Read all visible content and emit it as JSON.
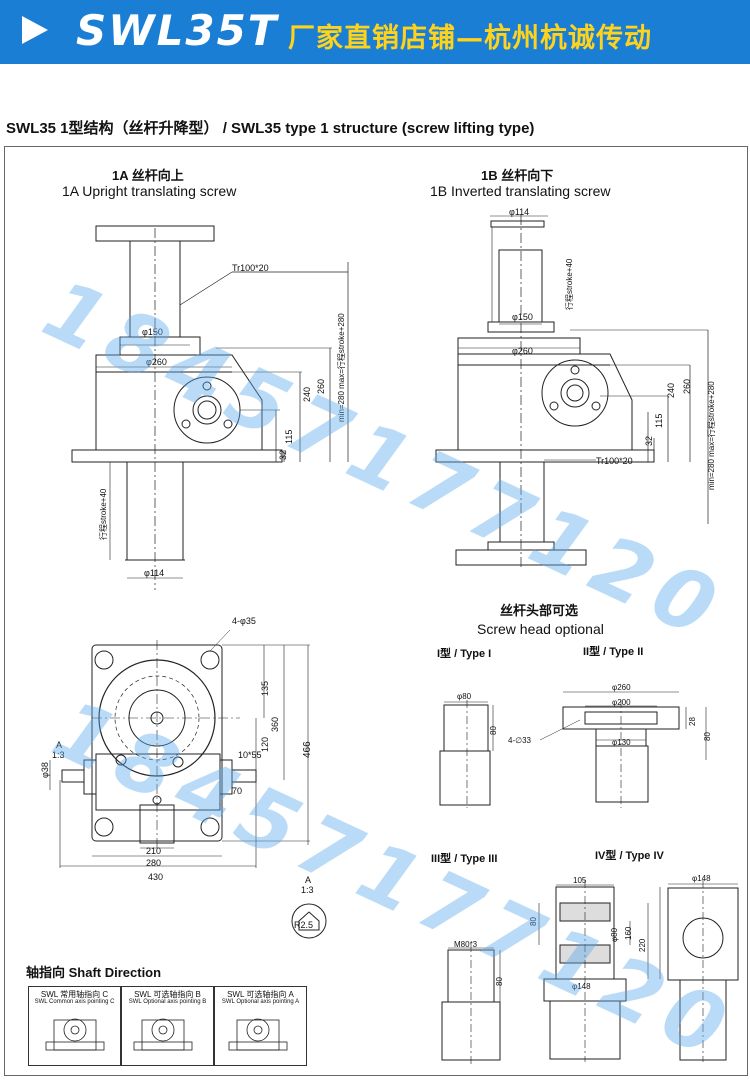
{
  "banner": {
    "model": "SWL35T",
    "slogan": "厂家直销店铺—杭州杭诚传动"
  },
  "heading": "SWL35 1型结构（丝杆升降型） / SWL35 type 1 structure (screw lifting type)",
  "view_1a": {
    "title_cn": "1A 丝杆向上",
    "title_en": "1A Upright translating screw",
    "dims": {
      "thread": "Tr100*20",
      "d150": "φ150",
      "d260": "φ260",
      "d114": "φ114",
      "h32": "32",
      "h115": "115",
      "h240": "240",
      "h260": "260",
      "range": "min=280 max=行程stroke+280",
      "stroke": "行程stroke+40"
    }
  },
  "view_1b": {
    "title_cn": "1B 丝杆向下",
    "title_en": "1B Inverted translating screw",
    "dims": {
      "d114": "φ114",
      "stroke": "行程stroke+40",
      "d150": "φ150",
      "d260": "φ260",
      "h32": "32",
      "h115": "115",
      "h240": "240",
      "h260": "260",
      "range": "min=280 max=行程stroke+280",
      "thread": "Tr100*20"
    }
  },
  "plan_view": {
    "dims": {
      "holes": "4-φ35",
      "h135": "135",
      "h360": "360",
      "h466": "466",
      "h120": "120",
      "key": "10*55",
      "w70": "70",
      "d38": "φ38",
      "w210": "210",
      "w280": "280",
      "w430": "430",
      "a_label": "A",
      "a_scale": "1:3"
    }
  },
  "detail_a": {
    "label": "A",
    "scale": "1:3",
    "radius": "R2.5"
  },
  "screw_head": {
    "title_cn": "丝杆头部可选",
    "title_en": "Screw head optional",
    "type1": {
      "label": "I型 / Type I",
      "d80": "φ80",
      "h80": "80"
    },
    "type2": {
      "label": "II型 / Type II",
      "d260": "φ260",
      "d200": "φ200",
      "holes": "4-∅33",
      "d130": "φ130",
      "h28": "28",
      "h80": "80"
    },
    "type3": {
      "label": "III型 / Type III",
      "thread": "M80*3",
      "h80": "80"
    },
    "type4": {
      "label": "IV型 / Type IV",
      "w105": "105",
      "h80": "80",
      "d80": "φ80",
      "h160": "160",
      "h220": "220",
      "d148a": "φ148",
      "d148b": "φ148"
    }
  },
  "shaft_direction": {
    "title": "轴指向 Shaft Direction",
    "options": [
      {
        "cn": "SWL 常用轴指向 C",
        "en": "SWL Common axis pointing C"
      },
      {
        "cn": "SWL 可选轴指向 B",
        "en": "SWL Optional axis pointing B"
      },
      {
        "cn": "SWL 可选轴指向 A",
        "en": "SWL Optional axis pointing A"
      }
    ]
  },
  "watermark": "18457177120",
  "colors": {
    "banner_bg": "#1a7fd4",
    "slogan": "#ffd21c",
    "watermark": "#5aaaeb"
  }
}
